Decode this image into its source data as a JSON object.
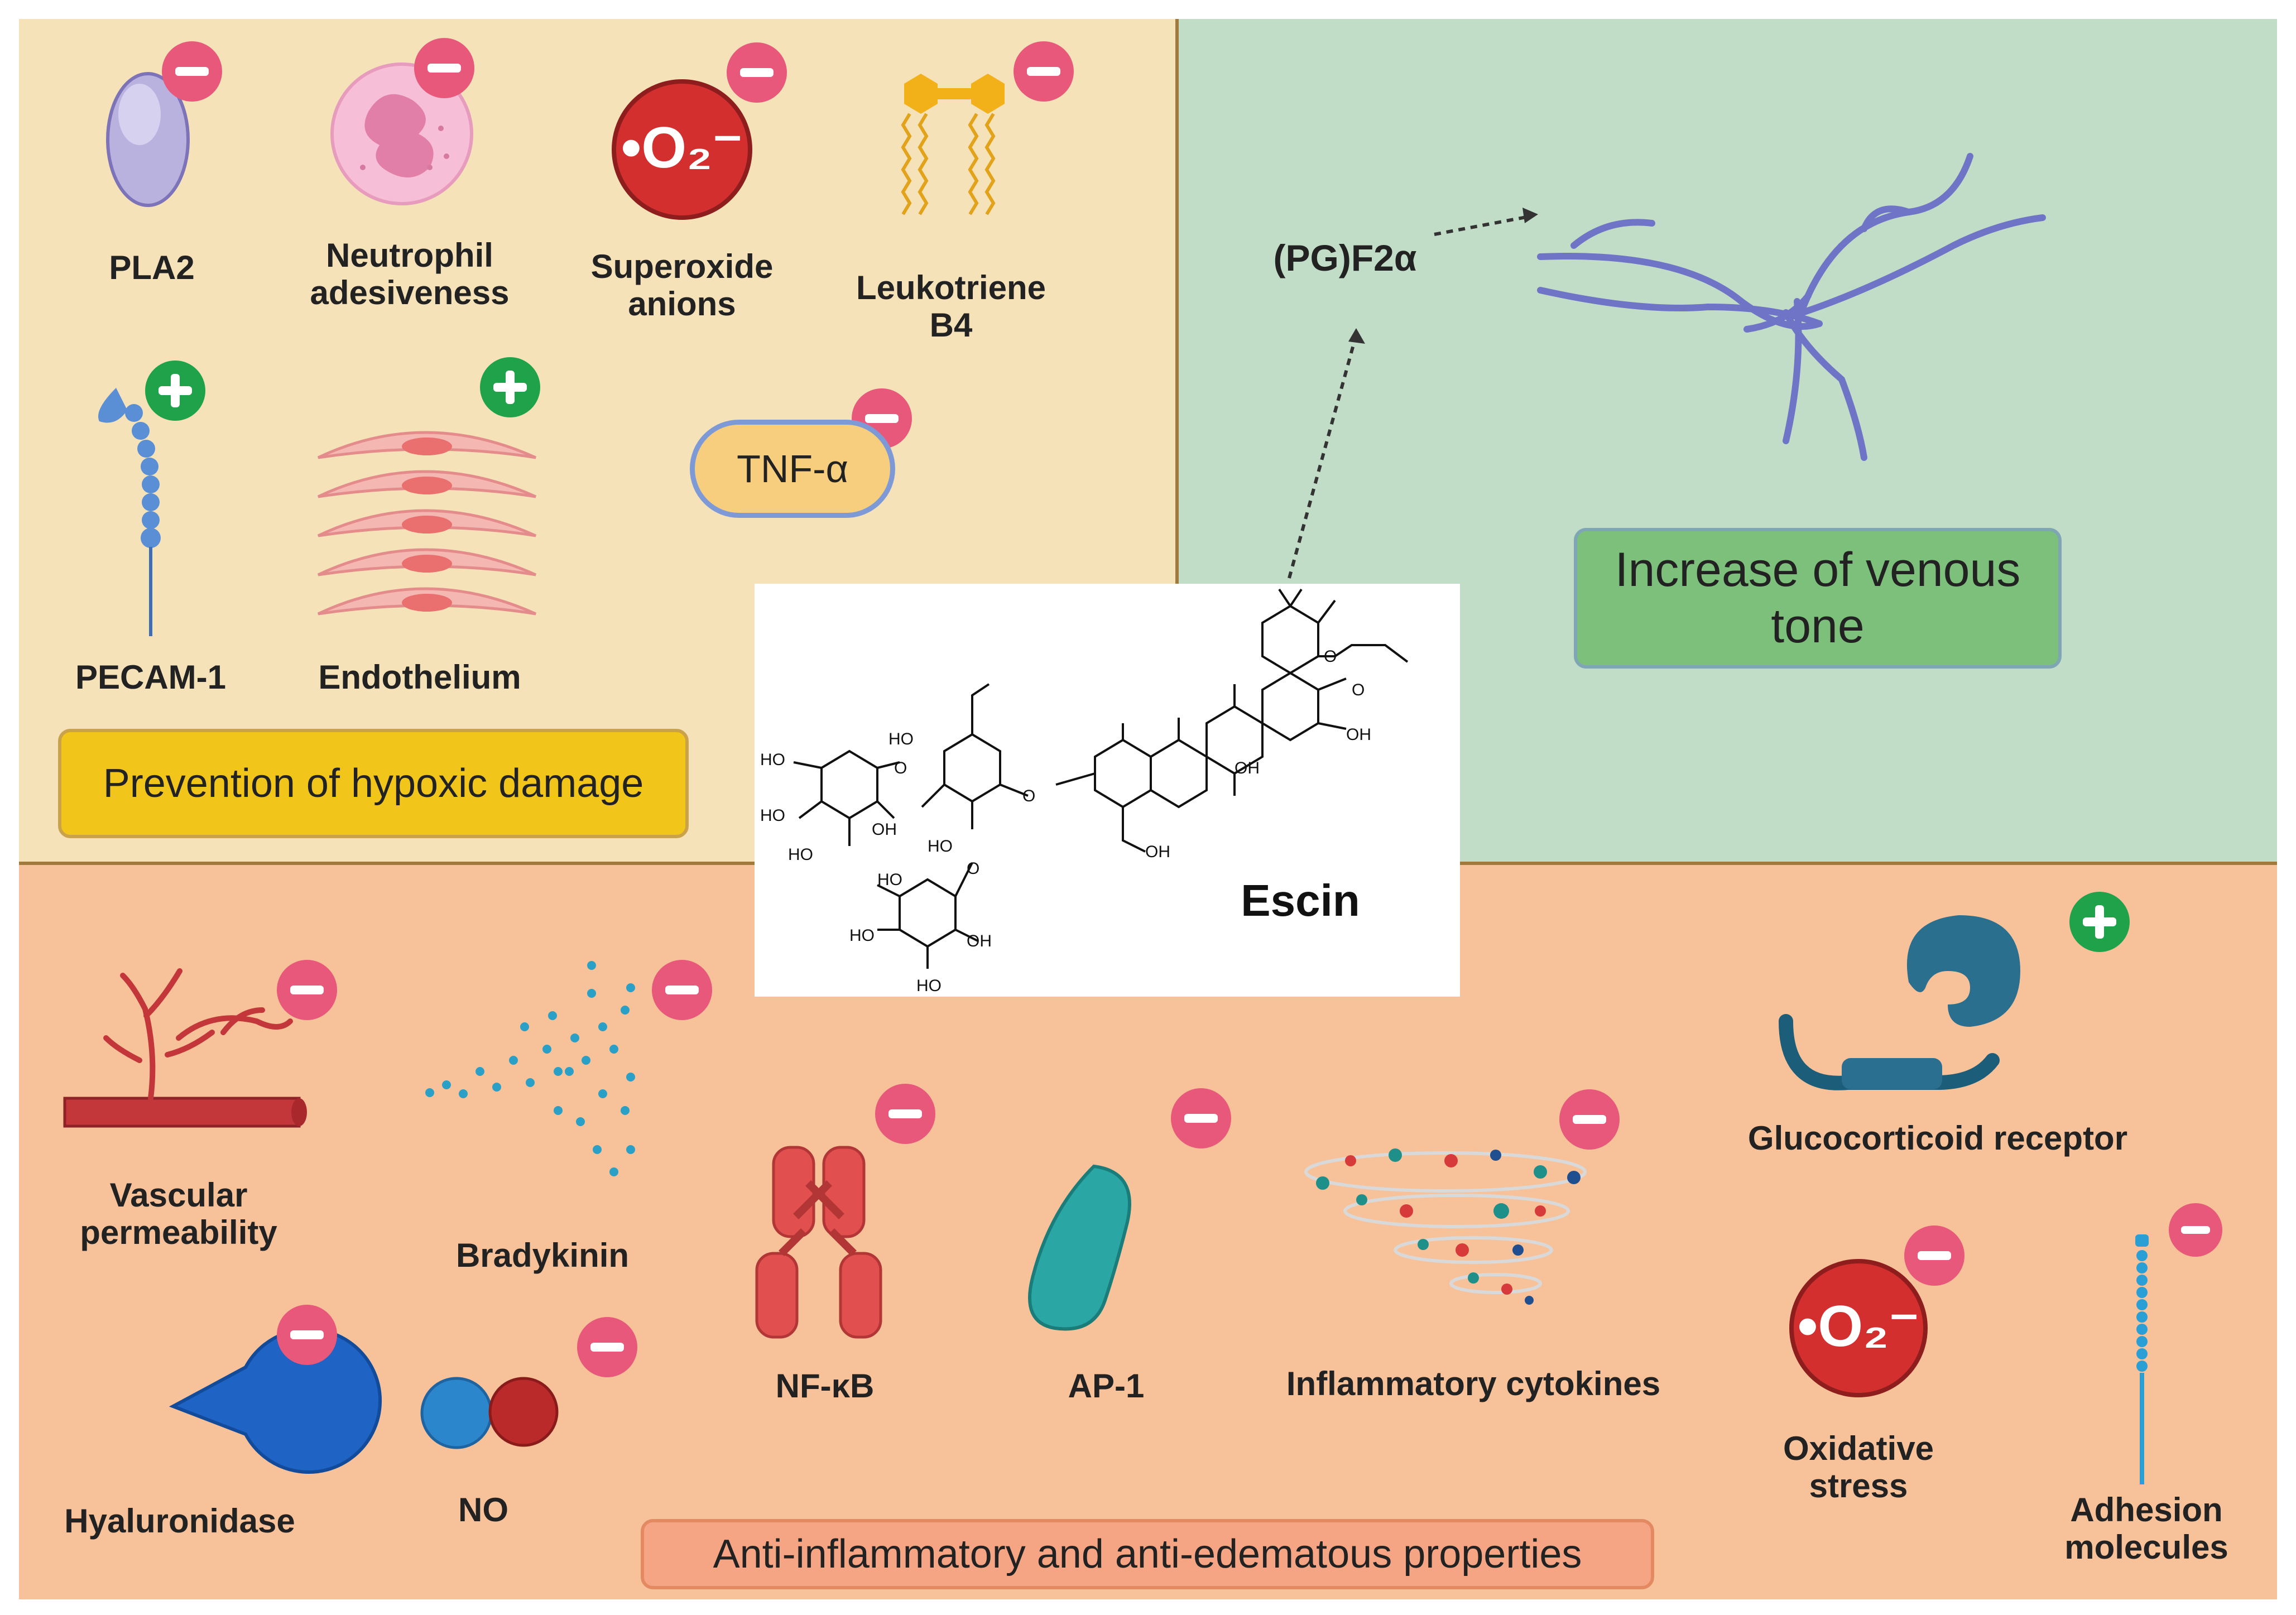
{
  "labels": {
    "pla2": "PLA2",
    "neutrophil": "Neutrophil\nadesiveness",
    "superoxide": "Superoxide\nanions",
    "leukotriene": "Leukotriene\nB4",
    "pecam": "PECAM-1",
    "endothelium": "Endothelium",
    "tnf": "TNF-α",
    "pgf2a": "(PG)F2α",
    "vascular": "Vascular\npermeability",
    "bradykinin": "Bradykinin",
    "nfkb": "NF-κB",
    "ap1": "AP-1",
    "cytokines": "Inflammatory cytokines",
    "glucocorticoid": "Glucocorticoid receptor",
    "hyaluronidase": "Hyaluronidase",
    "no": "NO",
    "oxidative": "Oxidative\nstress",
    "adhesion": "Adhesion\nmolecules",
    "escin": "Escin"
  },
  "boxes": {
    "hypoxic": "Prevention of hypoxic damage",
    "venous": "Increase of venous\ntone",
    "anti": "Anti-inflammatory and anti-edematous properties"
  },
  "superoxide_symbol": "•O₂⁻",
  "chem": {
    "ho": "HO",
    "oh": "OH",
    "o": "O"
  },
  "colors": {
    "top_left_bg": "#f5e2b8",
    "top_right_bg": "#c2ddc7",
    "bottom_bg": "#f7c29a",
    "minus_badge": "#e8587a",
    "plus_badge": "#1fa24a",
    "hypoxic_box": "#f2c51a",
    "venous_box": "#7cc07b",
    "anti_box": "#f5a583"
  },
  "icons": {
    "inhibit": "minus-badge-icon",
    "activate": "plus-badge-icon"
  }
}
